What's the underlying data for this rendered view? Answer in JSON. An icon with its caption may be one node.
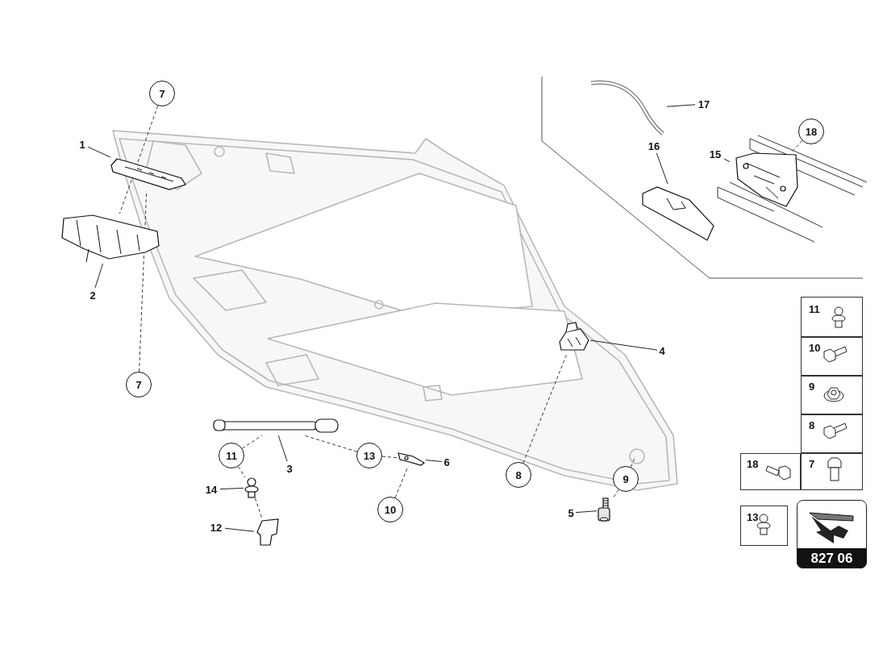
{
  "diagram": {
    "nodes": [
      {
        "text": [
          "1"
        ]
      },
      {
        "text": [],
        "shape": "picture"
      },
      {
        "text": [
          "2"
        ]
      },
      {
        "text": [],
        "shape": "picture"
      },
      {
        "text": [
          "7"
        ]
      },
      {
        "text": [
          "7"
        ]
      },
      {
        "text": [
          "3"
        ]
      },
      {
        "text": [],
        "shape": "picture"
      },
      {
        "text": [
          "11"
        ]
      },
      {
        "text": [
          "14"
        ]
      },
      {
        "text": [],
        "shape": "picture"
      },
      {
        "text": [
          "12"
        ]
      },
      {
        "text": [],
        "shape": "picture"
      },
      {
        "text": [
          "13"
        ]
      },
      {
        "text": [
          "6"
        ]
      },
      {
        "text": [],
        "shape": "picture"
      },
      {
        "text": [
          "10"
        ]
      },
      {
        "text": [
          "4"
        ]
      },
      {
        "text": [],
        "shape": "picture"
      },
      {
        "text": [
          "8"
        ]
      },
      {
        "text": [
          "9"
        ]
      },
      {
        "text": [
          "5"
        ]
      },
      {
        "text": [],
        "shape": "picture"
      },
      {
        "text": [
          "17"
        ]
      },
      {
        "text": [],
        "shape": "picture"
      },
      {
        "text": [
          "16"
        ]
      },
      {
        "text": [],
        "shape": "picture"
      },
      {
        "text": [
          "15"
        ]
      },
      {
        "text": [],
        "shape": "picture"
      },
      {
        "text": [
          "18"
        ]
      }
    ],
    "edges": [
      {
        "from": 0,
        "to": 1,
        "arrow": "none"
      },
      {
        "from": 2,
        "to": 3,
        "arrow": "none"
      },
      {
        "from": 6,
        "to": 7,
        "arrow": "none"
      },
      {
        "from": 9,
        "to": 10,
        "arrow": "none"
      },
      {
        "from": 11,
        "to": 12,
        "arrow": "none"
      },
      {
        "from": 14,
        "to": 15,
        "arrow": "none"
      },
      {
        "from": 17,
        "to": 18,
        "arrow": "none"
      },
      {
        "from": 21,
        "to": 22,
        "arrow": "none"
      },
      {
        "from": 23,
        "to": 24,
        "arrow": "none"
      },
      {
        "from": 25,
        "to": 26,
        "arrow": "none"
      },
      {
        "from": 27,
        "to": 28,
        "arrow": "none"
      },
      {
        "from": 4,
        "to": 3,
        "arrow": "none",
        "style": "dashed"
      },
      {
        "from": 5,
        "to": 1,
        "arrow": "none",
        "style": "dashed"
      },
      {
        "from": 8,
        "to": 7,
        "arrow": "none",
        "style": "dashed"
      },
      {
        "from": 8,
        "to": 10,
        "arrow": "none",
        "style": "dashed"
      },
      {
        "from": 10,
        "to": 12,
        "arrow": "none",
        "style": "dashed"
      },
      {
        "from": 13,
        "to": 7,
        "arrow": "none",
        "style": "dashed"
      },
      {
        "from": 13,
        "to": 15,
        "arrow": "none",
        "style": "dashed"
      },
      {
        "from": 16,
        "to": 15,
        "arrow": "none",
        "style": "dashed"
      },
      {
        "from": 19,
        "to": 18,
        "arrow": "none",
        "style": "dashed"
      },
      {
        "from": 20,
        "to": null,
        "arrow": "none",
        "style": "dashed"
      },
      {
        "from": 20,
        "to": 22,
        "arrow": "none",
        "style": "dashed"
      },
      {
        "from": 29,
        "to": 28,
        "arrow": "none",
        "style": "dashed"
      }
    ],
    "labels": [
      "11",
      "10",
      "9",
      "8",
      "18",
      "7",
      "13",
      "827 06"
    ]
  }
}
